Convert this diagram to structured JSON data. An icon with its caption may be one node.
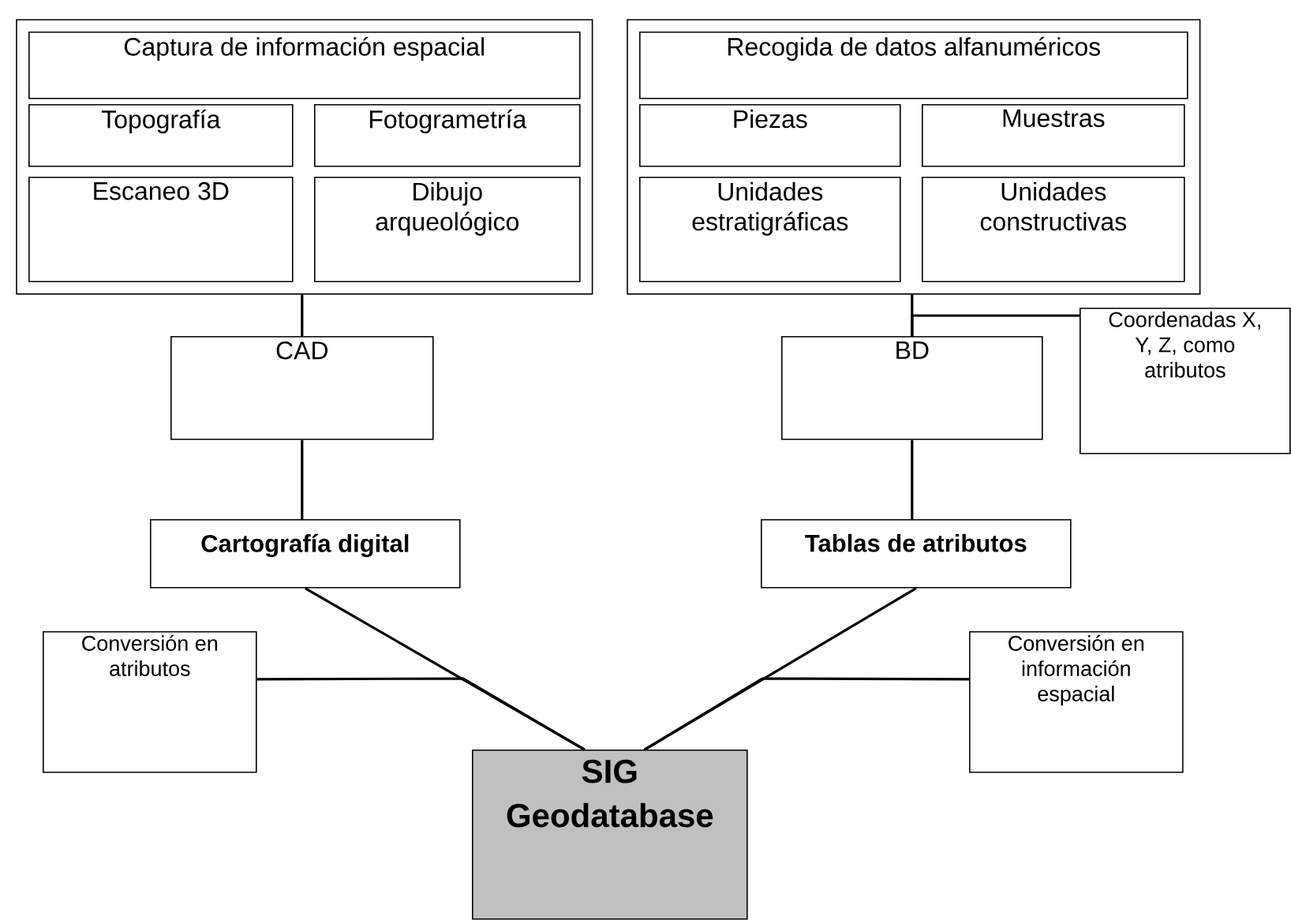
{
  "diagram": {
    "nodes": [
      {
        "text": [],
        "shape": "box"
      },
      {
        "text": [
          "Captura de información espacial"
        ],
        "in": 0
      },
      {
        "text": [
          "Topografía"
        ],
        "in": 0
      },
      {
        "text": [
          "Fotogrametría"
        ],
        "in": 0
      },
      {
        "text": [
          "Escaneo 3D"
        ],
        "in": 0
      },
      {
        "text": [
          "Dibujo arqueológico"
        ],
        "in": 0
      },
      {
        "text": [],
        "shape": "box"
      },
      {
        "text": [
          "Recogida de datos alfanuméricos"
        ],
        "in": 6
      },
      {
        "text": [
          "Piezas"
        ],
        "in": 6
      },
      {
        "text": [
          "Muestras"
        ],
        "in": 6
      },
      {
        "text": [
          "Unidades estratigráficas"
        ],
        "in": 6
      },
      {
        "text": [
          "Unidades constructivas"
        ],
        "in": 6
      },
      {
        "text": [
          "CAD"
        ]
      },
      {
        "text": [
          "BD"
        ]
      },
      {
        "text": [
          "Coordenadas X, Y, Z, como atributos"
        ]
      },
      {
        "text": [
          "Cartografía digital"
        ]
      },
      {
        "text": [
          "Tablas de atributos"
        ]
      },
      {
        "text": [
          "Conversión en atributos"
        ]
      },
      {
        "text": [
          "Conversión en información espacial"
        ]
      },
      {
        "text": [
          "SIG Geodatabase"
        ]
      }
    ],
    "edges": [
      {
        "from": 0,
        "to": 12,
        "arrow": "none"
      },
      {
        "from": 12,
        "to": 15,
        "arrow": "none"
      },
      {
        "from": 6,
        "to": 13,
        "arrow": "none"
      },
      {
        "from": 14,
        "to": 13,
        "arrow": "none"
      },
      {
        "from": 13,
        "to": 16,
        "arrow": "none"
      },
      {
        "from": 15,
        "to": 19,
        "arrow": "none"
      },
      {
        "from": 16,
        "to": 19,
        "arrow": "none"
      },
      {
        "from": 17,
        "to": 19,
        "arrow": "none"
      },
      {
        "from": 18,
        "to": 19,
        "arrow": "none"
      }
    ]
  }
}
